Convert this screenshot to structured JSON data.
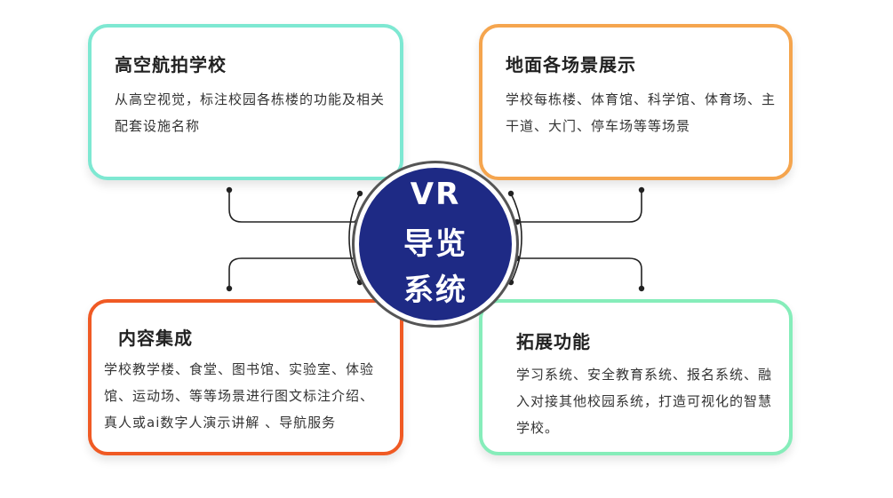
{
  "hub": {
    "lines": [
      "VR",
      "导览",
      "系统"
    ],
    "color": "#1E2A85"
  },
  "cards": [
    {
      "title": "高空航拍学校",
      "text": "从高空视觉，标注校园各栋楼的功能及相关配套设施名称",
      "border_color": "#7EE8D2"
    },
    {
      "title": "地面各场景展示",
      "text": "学校每栋楼、体育馆、科学馆、体育场、主干道、大门、停车场等等场景",
      "border_color": "#F5A54E"
    },
    {
      "title": "内容集成",
      "text": "学校教学楼、食堂、图书馆、实验室、体验馆、运动场、等等场景进行图文标注介绍、真人或ai数字人演示讲解 、导航服务",
      "border_color": "#F05A24"
    },
    {
      "title": "拓展功能",
      "text": "学习系统、安全教育系统、报名系统、融入对接其他校园系统，打造可视化的智慧学校。",
      "border_color": "#86EDBA"
    }
  ]
}
